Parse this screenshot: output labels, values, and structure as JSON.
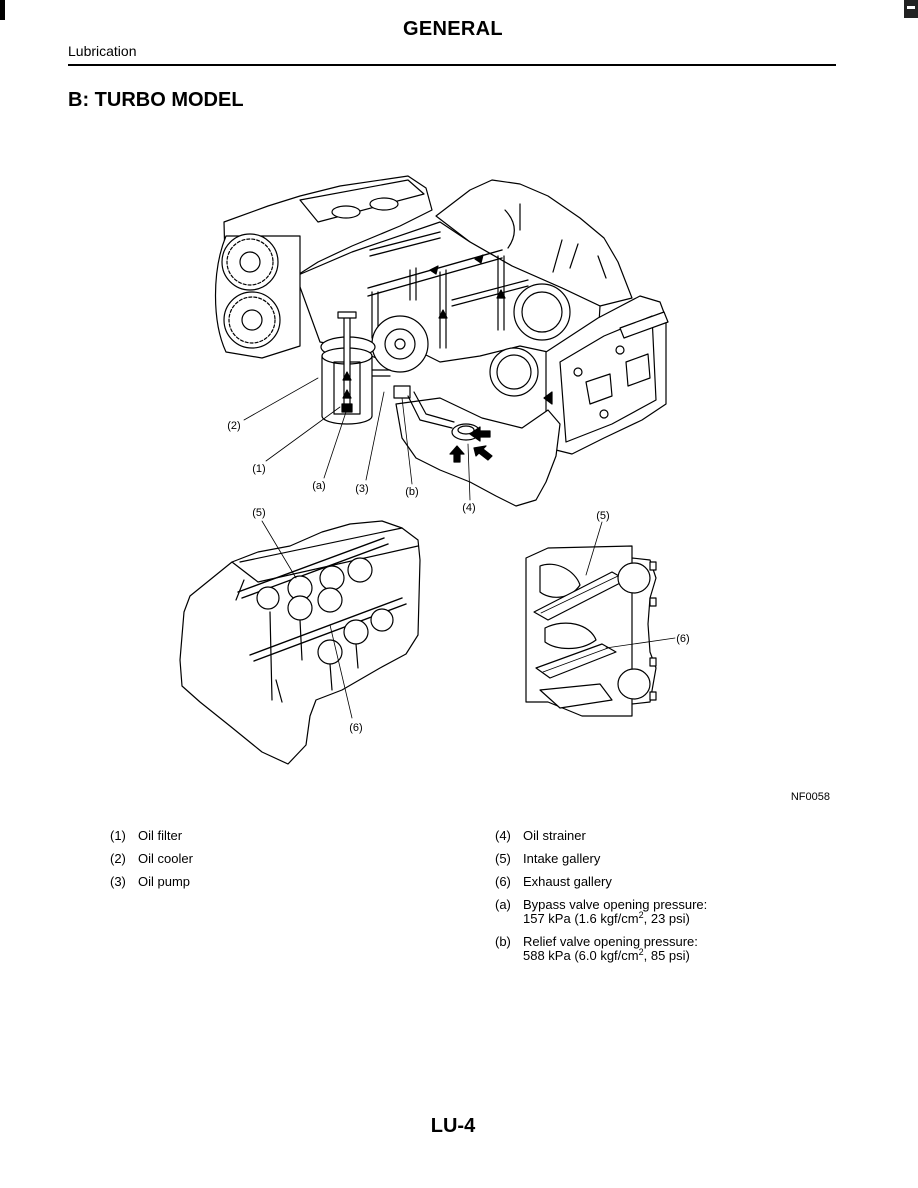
{
  "header": {
    "title": "GENERAL",
    "section": "Lubrication"
  },
  "heading": "B: TURBO MODEL",
  "figure": {
    "callouts": [
      "(2)",
      "(1)",
      "(a)",
      "(3)",
      "(b)",
      "(4)",
      "(5)",
      "(5)",
      "(6)",
      "(6)"
    ],
    "code": "NF0058"
  },
  "legend": {
    "left": [
      {
        "num": "(1)",
        "text": "Oil filter"
      },
      {
        "num": "(2)",
        "text": "Oil cooler"
      },
      {
        "num": "(3)",
        "text": "Oil pump"
      }
    ],
    "right": [
      {
        "num": "(4)",
        "text": "Oil strainer"
      },
      {
        "num": "(5)",
        "text": "Intake gallery"
      },
      {
        "num": "(6)",
        "text": "Exhaust gallery"
      },
      {
        "num": "(a)",
        "text": "Bypass valve opening pressure:",
        "value_pre": "157 kPa (1.6 kgf/cm",
        "value_sup": "2",
        "value_post": ", 23 psi)"
      },
      {
        "num": "(b)",
        "text": "Relief valve opening pressure:",
        "value_pre": "588 kPa (6.0 kgf/cm",
        "value_sup": "2",
        "value_post": ", 85 psi)"
      }
    ]
  },
  "footer": {
    "page": "LU-4"
  }
}
